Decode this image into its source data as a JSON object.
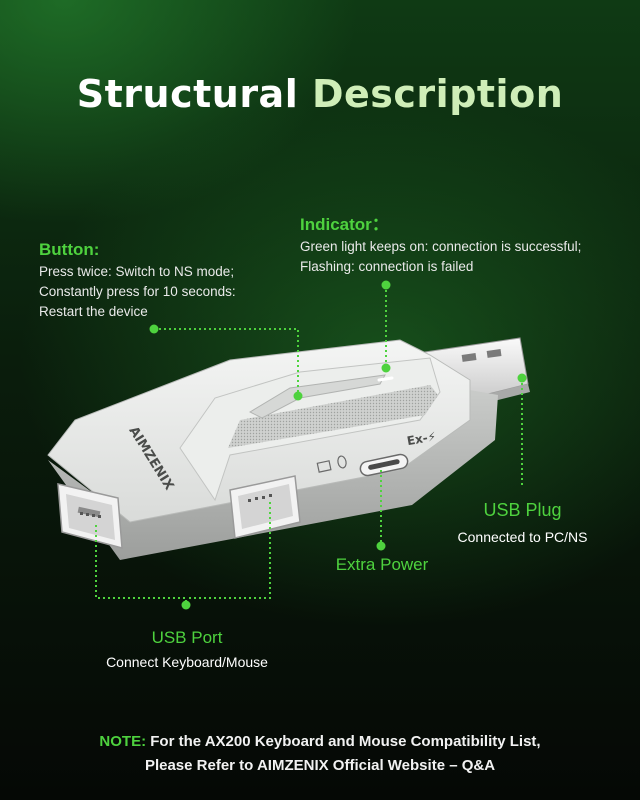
{
  "title": {
    "part1": "Structural",
    "part2": "Description"
  },
  "labels": {
    "button": {
      "heading": "Button:",
      "lines": [
        "Press twice: Switch to NS mode;",
        "Constantly press for 10 seconds:",
        "Restart the device"
      ]
    },
    "indicator": {
      "heading": "Indicator：",
      "lines": [
        "Green light keeps on: connection is successful;",
        "Flashing: connection is failed"
      ]
    },
    "usb_plug": {
      "heading": "USB Plug",
      "desc": "Connected to PC/NS"
    },
    "extra_power": {
      "heading": "Extra Power"
    },
    "usb_port": {
      "heading": "USB Port",
      "desc": "Connect Keyboard/Mouse"
    }
  },
  "device": {
    "brand": "AIMZENIX",
    "port_mark": "Ex-⚡"
  },
  "note": {
    "label": "NOTE:",
    "line1": "For the AX200 Keyboard and Mouse Compatibility List,",
    "line2": "Please Refer to AIMZENIX Official Website – Q&A"
  },
  "colors": {
    "accent": "#4ed23e",
    "device_body": "#e6e7e6",
    "background": "#0a1d0c"
  }
}
